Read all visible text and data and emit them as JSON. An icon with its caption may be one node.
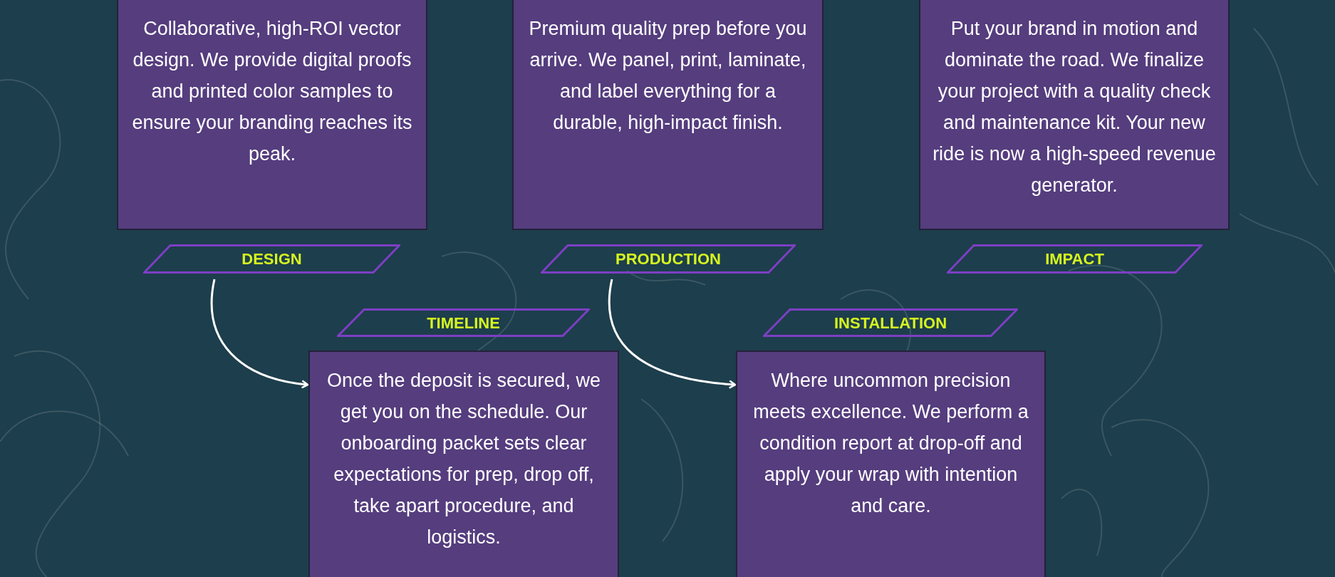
{
  "diagram": {
    "nodes": [
      {
        "text": [
          "Collaborative, high-ROI vector design. We provide digital proofs and printed color samples to ensure your branding reaches its peak."
        ]
      },
      {
        "text": [
          "DESIGN"
        ]
      },
      {
        "text": [
          "Premium quality prep before you arrive. We panel, print, laminate, and label everything for a durable, high-impact finish."
        ]
      },
      {
        "text": [
          "PRODUCTION"
        ]
      },
      {
        "text": [
          "Put your brand in motion and dominate the road. We finalize your project with a quality check and maintenance kit. Your new ride is now a high-speed revenue generator."
        ]
      },
      {
        "text": [
          "IMPACT"
        ]
      },
      {
        "text": [
          "TIMELINE"
        ]
      },
      {
        "text": [
          "Once the deposit is secured, we get you on the schedule. Our onboarding packet sets clear expectations for prep, drop off, take apart procedure, and logistics."
        ]
      },
      {
        "text": [
          "INSTALLATION"
        ]
      },
      {
        "text": [
          "Where uncommon precision meets excellence. We perform a condition report at drop-off and apply your wrap with intention and care."
        ]
      }
    ],
    "edges": [
      {
        "from": 1,
        "to": 7,
        "arrow": "to"
      },
      {
        "from": 3,
        "to": 9,
        "arrow": "to"
      }
    ]
  }
}
